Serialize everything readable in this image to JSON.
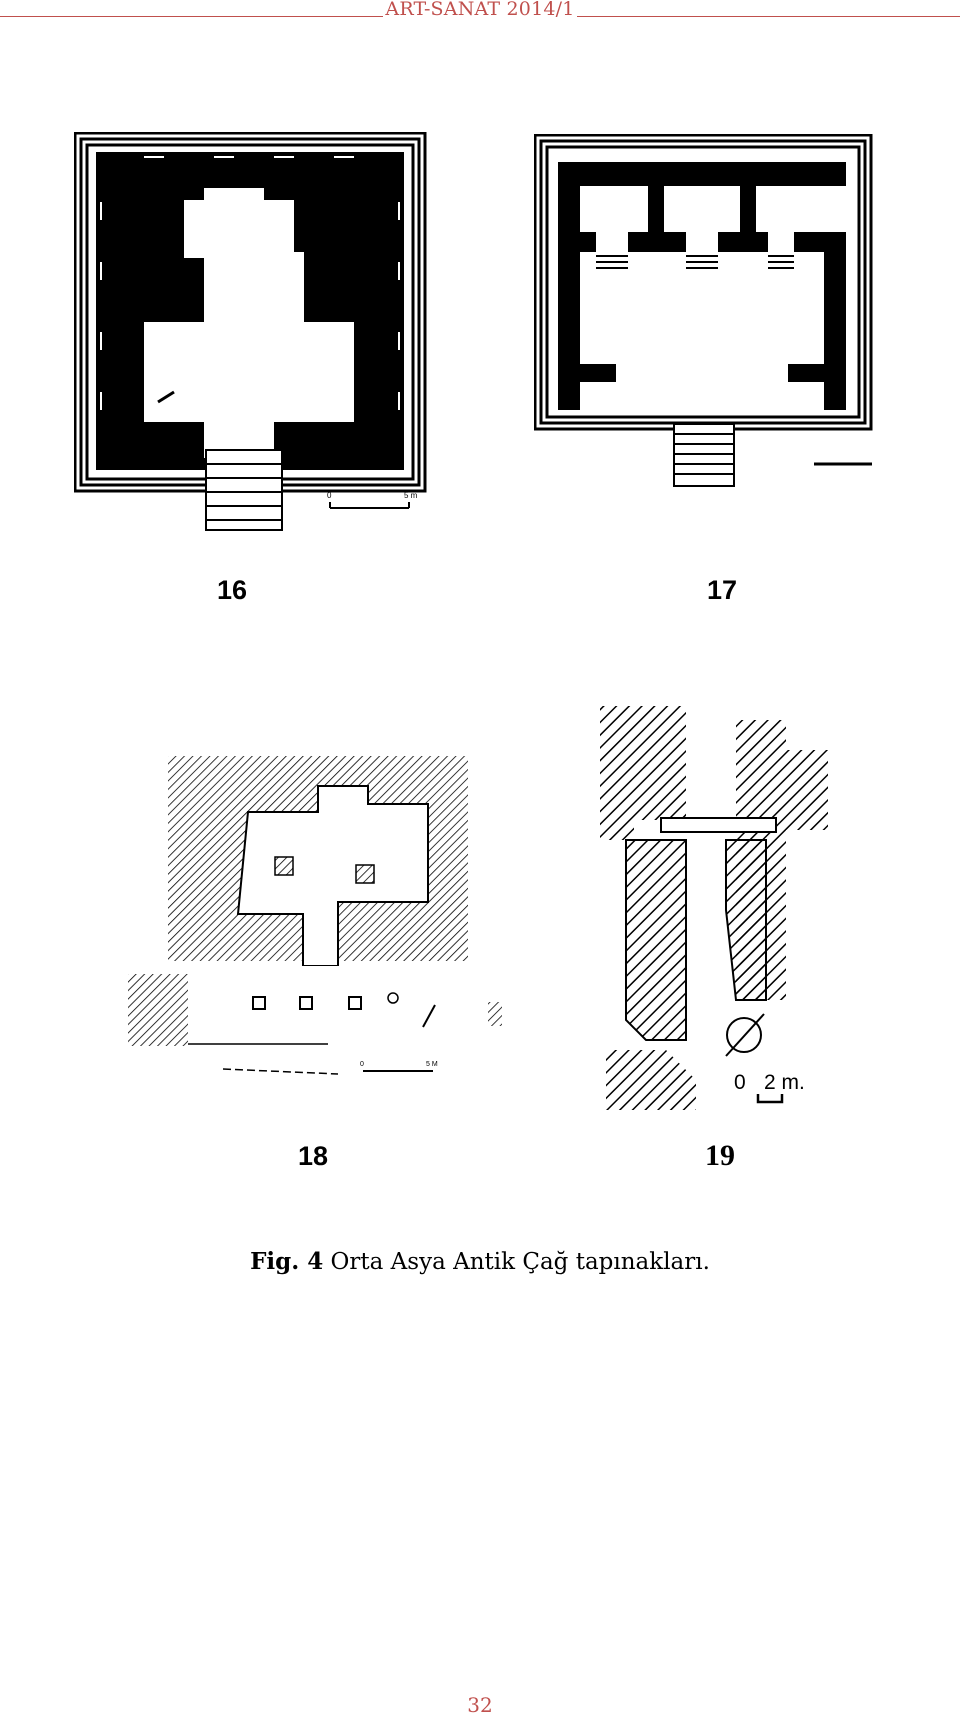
{
  "header": {
    "running_title": "ART-SANAT 2014/1",
    "accent_color": "#c0504d"
  },
  "figures": [
    {
      "label": "16",
      "scale_text": "5 m",
      "scale_zero": "0"
    },
    {
      "label": "17"
    },
    {
      "label": "18",
      "scale_text": "5 M",
      "scale_zero": "0"
    },
    {
      "label": "19",
      "scale_text": "2 m.",
      "scale_zero": "0"
    }
  ],
  "caption": {
    "label": "Fig. 4",
    "text": "Orta Asya Antik Çağ tapınakları."
  },
  "page_number": "32"
}
